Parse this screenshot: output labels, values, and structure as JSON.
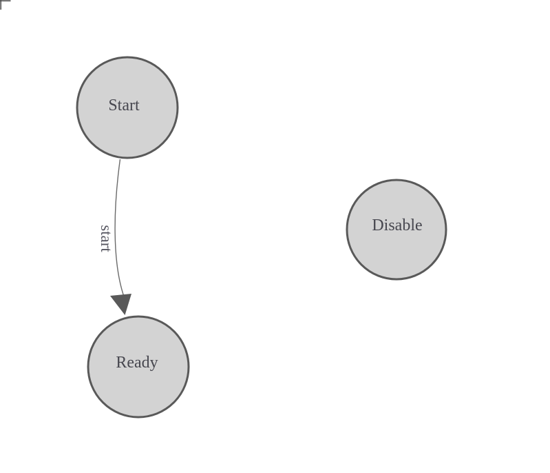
{
  "diagram": {
    "type": "state-diagram",
    "nodes": [
      {
        "id": "start",
        "label": "Start",
        "shape": "circle"
      },
      {
        "id": "ready",
        "label": "Ready",
        "shape": "circle"
      },
      {
        "id": "disable",
        "label": "Disable",
        "shape": "circle"
      }
    ],
    "edges": [
      {
        "from": "start",
        "to": "ready",
        "label": "start",
        "arrowhead": "filled-triangle"
      }
    ],
    "colors": {
      "background": "#ffffff",
      "node_fill": "#d3d3d3",
      "node_stroke": "#595959",
      "node_label": "#47474f",
      "edge_stroke": "#6a6a6a",
      "arrowhead_fill": "#595959",
      "edge_label": "#55555f",
      "corner_mark": "#4d4d4d"
    }
  }
}
